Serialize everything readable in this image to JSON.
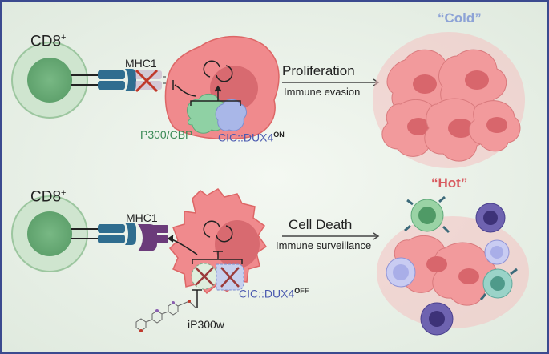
{
  "top_row": {
    "cd8_label": "CD8",
    "cd8_sup": "+",
    "mhc_label": "MHC1",
    "cofactor_label": "P300/CBP",
    "fusion_label": "CIC::DUX4",
    "fusion_state": "ON",
    "outcome_title": "Proliferation",
    "outcome_subtitle": "Immune evasion",
    "tumor_label": "“Cold”"
  },
  "bottom_row": {
    "cd8_label": "CD8",
    "cd8_sup": "+",
    "mhc_label": "MHC1",
    "inhibitor_label": "iP300w",
    "fusion_label": "CIC::DUX4",
    "fusion_state": "OFF",
    "outcome_title": "Cell Death",
    "outcome_subtitle": "Immune surveillance",
    "tumor_label": "“Hot”"
  },
  "colors": {
    "frame": "#3b4a8f",
    "background_top": "#eef4ec",
    "background_bottom": "#dfe9e0",
    "tcell": "#8fbf95",
    "tumor_cell": "#f08a8d",
    "nucleus": "#d86a70",
    "receptor": "#2f6d8f",
    "mhc_on": "#6b3b7a",
    "p300": "#8fd1a4",
    "dux4": "#a9b7e8",
    "cold_label": "#8da3d6",
    "hot_label": "#d85a5f",
    "green_text": "#3a8a55",
    "blue_text": "#4b5ab0"
  }
}
